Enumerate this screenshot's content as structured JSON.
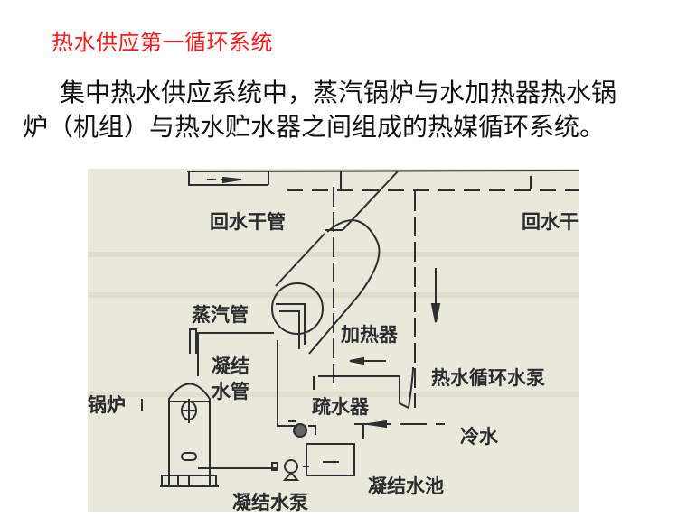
{
  "slide": {
    "title": "热水供应第一循环系统",
    "title_color": "#ff1a1a",
    "body_lines": [
      "集中热水供应系统中，蒸汽锅炉与水加热器热水锅",
      "炉（机组）与热水贮水器之间组成的热媒循环系统。"
    ]
  },
  "figure": {
    "background": "#e9e8dc",
    "labels": {
      "return_main_left": "回水干管",
      "return_main_right": "回水干",
      "steam_pipe": "蒸汽管",
      "heater": "加热器",
      "condensate_pipe_line1": "凝结",
      "condensate_pipe_line2": "水管",
      "boiler": "锅炉",
      "steam_trap": "疏水器",
      "hot_water_pump": "热水循环水泵",
      "cold_water": "冷水",
      "condensate_tank": "凝结水池",
      "condensate_pump": "凝结水泵"
    }
  }
}
